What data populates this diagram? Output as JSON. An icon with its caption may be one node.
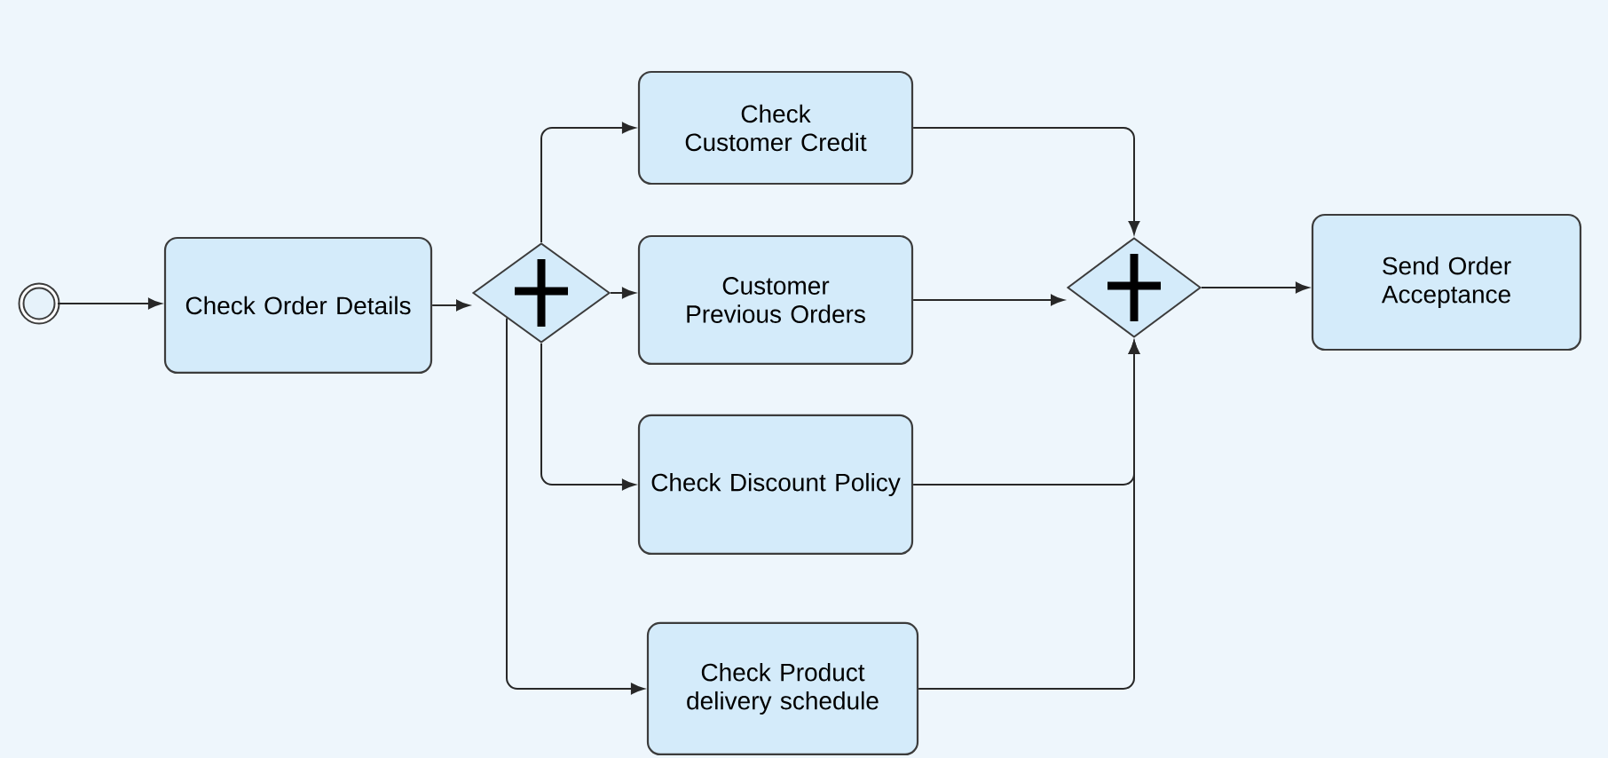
{
  "diagram": {
    "nodes": [
      {
        "text": [],
        "shape": "circle"
      },
      {
        "text": [
          "Check Order Details"
        ]
      },
      {
        "text": [],
        "shape": "diamond"
      },
      {
        "text": [
          "Check Customer Credit"
        ]
      },
      {
        "text": [
          "Customer Previous Orders"
        ]
      },
      {
        "text": [
          "Check Discount Policy"
        ]
      },
      {
        "text": [
          "Check Product delivery schedule"
        ]
      },
      {
        "text": [],
        "shape": "diamond"
      },
      {
        "text": [
          "Send Order Acceptance"
        ]
      }
    ],
    "edges": [
      {
        "from": 0,
        "to": 1,
        "arrow": "to"
      },
      {
        "from": 1,
        "to": 2,
        "arrow": "to"
      },
      {
        "from": 2,
        "to": 3,
        "arrow": "to"
      },
      {
        "from": 2,
        "to": 4,
        "arrow": "to"
      },
      {
        "from": 2,
        "to": 5,
        "arrow": "to"
      },
      {
        "from": 2,
        "to": 6,
        "arrow": "to"
      },
      {
        "from": 3,
        "to": 7,
        "arrow": "to"
      },
      {
        "from": 4,
        "to": 7,
        "arrow": "to"
      },
      {
        "from": 5,
        "to": 7,
        "arrow": "to"
      },
      {
        "from": 6,
        "to": 7,
        "arrow": "to"
      },
      {
        "from": 7,
        "to": 8,
        "arrow": "to"
      }
    ]
  }
}
